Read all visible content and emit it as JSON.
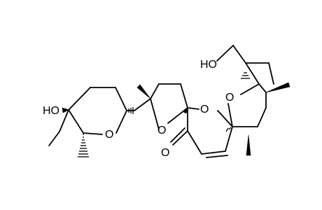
{
  "molecule": {
    "atom_labels": {
      "hydroxyl_left": "HO",
      "hydroxyl_top": "HO",
      "oxygen_thp_left": "O",
      "oxygen_thf": "O",
      "oxygen_spiro_center": "O",
      "oxygen_spiro_right": "O",
      "oxygen_ketone": "O"
    }
  }
}
